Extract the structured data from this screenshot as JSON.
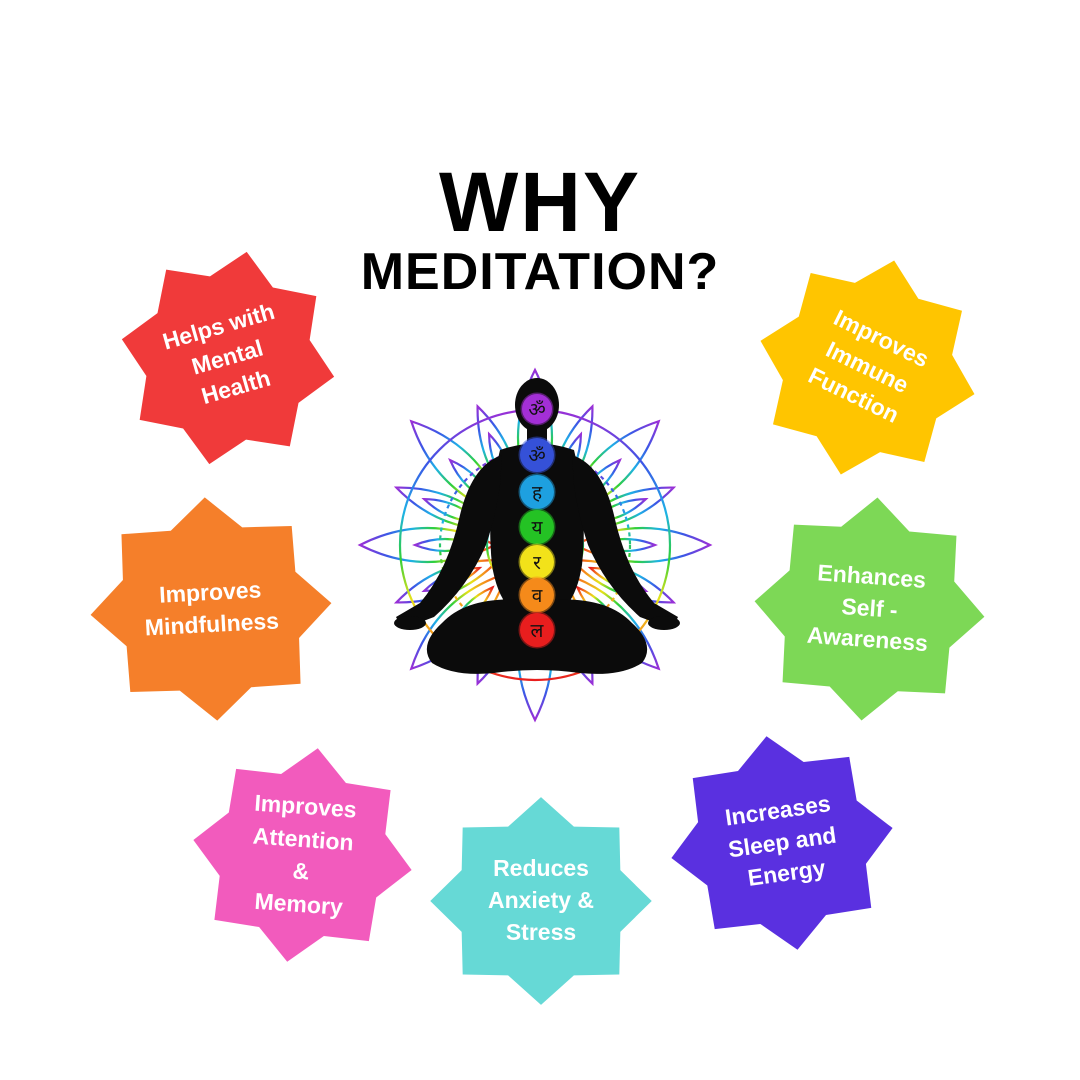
{
  "title": {
    "line1": "WHY",
    "line2": "MEDITATION?"
  },
  "benefits": [
    {
      "lines": [
        "Helps with",
        "Mental",
        "Health"
      ],
      "color": "#f03a3a"
    },
    {
      "lines": [
        "Improves",
        "Immune",
        "Function"
      ],
      "color": "#ffc500"
    },
    {
      "lines": [
        "Improves",
        "Mindfulness"
      ],
      "color": "#f57f2a"
    },
    {
      "lines": [
        "Enhances",
        "Self -",
        "Awareness"
      ],
      "color": "#7dd856"
    },
    {
      "lines": [
        "Improves",
        "Attention",
        "&",
        "Memory"
      ],
      "color": "#f25bbd"
    },
    {
      "lines": [
        "Reduces",
        "Anxiety &",
        "Stress"
      ],
      "color": "#66d9d6"
    },
    {
      "lines": [
        "Increases",
        "Sleep and",
        "Energy"
      ],
      "color": "#5a30e0"
    }
  ],
  "chakras": [
    {
      "glyph": "ॐ",
      "color": "#a32fd6"
    },
    {
      "glyph": "ॐ",
      "color": "#3551d8"
    },
    {
      "glyph": "ह",
      "color": "#1ea0e0"
    },
    {
      "glyph": "य",
      "color": "#24c224"
    },
    {
      "glyph": "र",
      "color": "#f2e21a"
    },
    {
      "glyph": "व",
      "color": "#f58a1a"
    },
    {
      "glyph": "ल",
      "color": "#e81e1e"
    }
  ]
}
